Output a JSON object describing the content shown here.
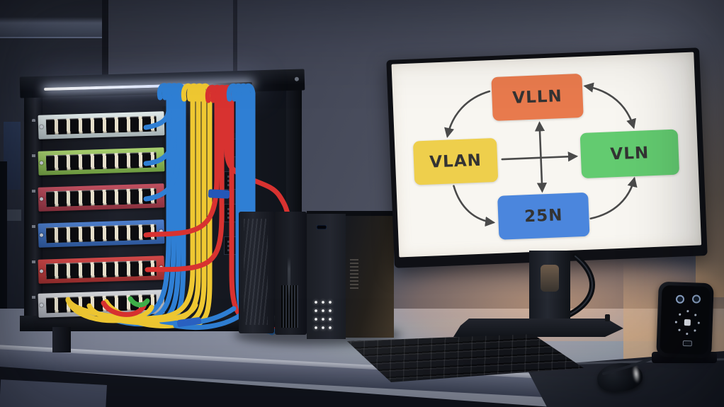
{
  "scene": {
    "setting": "Workbench with a small network rack of color-coded patch panels and cables, three desktop tower PCs, a monitor showing a network diagram, keyboard, mouse and a handheld control device",
    "wall_color": "#4e5262",
    "desk_color": "#9298a8",
    "warm_glow_color": "#e0a878",
    "led_strip_color": "#e8eeff"
  },
  "monitor": {
    "bezel_color": "#0f1015",
    "screen_color": "#f8f6f1",
    "diagram": {
      "type": "diagram",
      "arrow_color": "#4a4a4a",
      "nodes": [
        {
          "position": "top",
          "label": "VLLN",
          "color": "#e87a4d"
        },
        {
          "position": "left",
          "label": "VLAN",
          "color": "#eecf4c"
        },
        {
          "position": "right",
          "label": "VLN",
          "color": "#63cb70"
        },
        {
          "position": "bottom",
          "label": "25N",
          "color": "#4b86dd"
        }
      ],
      "edges": [
        {
          "from": "top",
          "to": "bottom",
          "shape": "straight",
          "arrowheads": "both"
        },
        {
          "from": "left",
          "to": "right",
          "shape": "straight",
          "arrowheads": "end"
        },
        {
          "from": "top",
          "to": "left",
          "shape": "curved",
          "arrowheads": "end"
        },
        {
          "from": "top",
          "to": "right",
          "shape": "curved",
          "arrowheads": "both"
        },
        {
          "from": "left",
          "to": "bottom",
          "shape": "curved",
          "arrowheads": "end"
        },
        {
          "from": "bottom",
          "to": "right",
          "shape": "curved",
          "arrowheads": "end"
        }
      ]
    }
  },
  "rack": {
    "patch_panel_count": 6,
    "ports_per_panel": 9,
    "patch_panels": [
      {
        "face_color": "#c9d2d2"
      },
      {
        "face_color": "#8cc45e"
      },
      {
        "face_color": "#b04552"
      },
      {
        "face_color": "#3e6fc0"
      },
      {
        "face_color": "#c03a3a"
      },
      {
        "face_color": "#c0c2c6"
      }
    ],
    "cable_colors": [
      "#2f7fd4",
      "#efc832",
      "#d83230",
      "#3fae4a"
    ]
  },
  "devices": {
    "desktop_tower_count": 3,
    "peripherals": [
      "keyboard",
      "mouse",
      "mousepad",
      "control-device"
    ]
  }
}
